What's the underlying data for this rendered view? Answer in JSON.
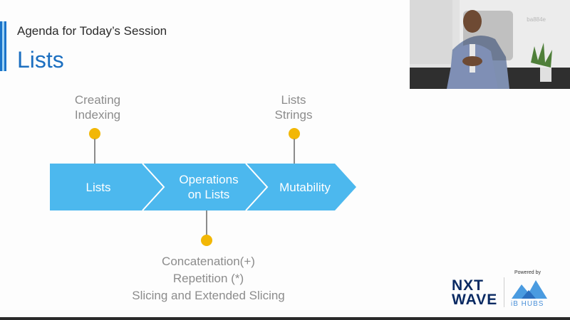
{
  "header": {
    "subtitle": "Agenda for Today’s Session",
    "title": "Lists"
  },
  "steps": [
    {
      "label_lines": [
        "Lists"
      ]
    },
    {
      "label_lines": [
        "Operations",
        "on Lists"
      ]
    },
    {
      "label_lines": [
        "Mutability"
      ]
    }
  ],
  "callouts": {
    "lists": [
      "Creating",
      "Indexing"
    ],
    "operations": [
      "Concatenation(+)",
      "Repetition (*)",
      "Slicing and Extended Slicing"
    ],
    "mutability": [
      "Lists",
      "Strings"
    ]
  },
  "video": {
    "watermark": "ba884e"
  },
  "branding": {
    "nxt_line1": "NXT",
    "nxt_line2": "WAVE",
    "powered_by": "Powered by",
    "ib_hubs": "iB HUBS"
  },
  "colors": {
    "accent": "#1c6fc0",
    "arrow": "#4cb8ee",
    "dot": "#f2b705",
    "muted_text": "#8c8c8c"
  }
}
